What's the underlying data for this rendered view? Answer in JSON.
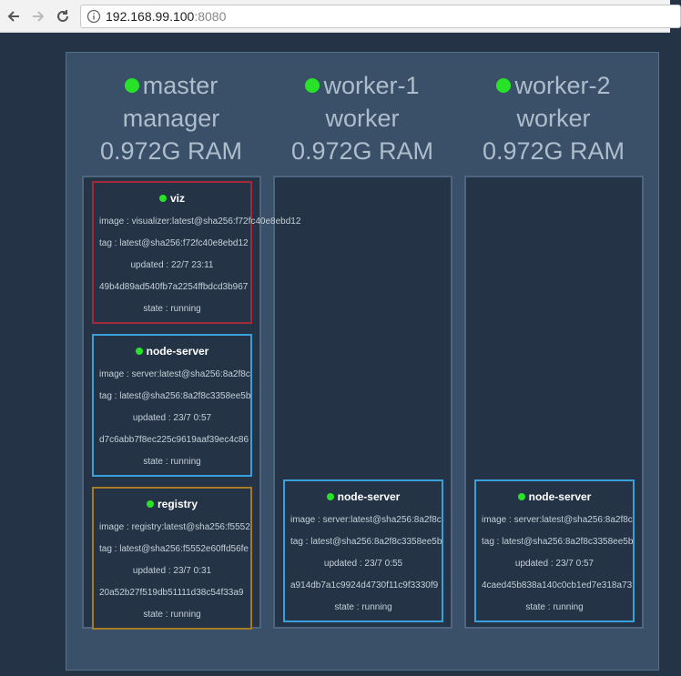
{
  "browser": {
    "url_host": "192.168.99.100",
    "url_port": ":8080"
  },
  "nodes": [
    {
      "name": "master",
      "role": "manager",
      "ram": "0.972G RAM",
      "tasks": [
        {
          "name": "viz",
          "image": "image : visualizer:latest@sha256:f72fc40e8ebd12",
          "tag": "tag : latest@sha256:f72fc40e8ebd12",
          "updated": "updated : 22/7 23:11",
          "id": "49b4d89ad540fb7a2254ffbdcd3b967",
          "state": "state : running"
        },
        {
          "name": "node-server",
          "image": "image : server:latest@sha256:8a2f8c",
          "tag": "tag : latest@sha256:8a2f8c3358ee5b",
          "updated": "updated : 23/7 0:57",
          "id": "d7c6abb7f8ec225c9619aaf39ec4c86",
          "state": "state : running"
        },
        {
          "name": "registry",
          "image": "image : registry:latest@sha256:f5552",
          "tag": "tag : latest@sha256:f5552e60ffd56fe",
          "updated": "updated : 23/7 0:31",
          "id": "20a52b27f519db51111d38c54f33a9",
          "state": "state : running"
        }
      ]
    },
    {
      "name": "worker-1",
      "role": "worker",
      "ram": "0.972G RAM",
      "tasks": [
        {
          "name": "node-server",
          "image": "image : server:latest@sha256:8a2f8c",
          "tag": "tag : latest@sha256:8a2f8c3358ee5b",
          "updated": "updated : 23/7 0:55",
          "id": "a914db7a1c9924d4730f11c9f3330f9",
          "state": "state : running"
        }
      ]
    },
    {
      "name": "worker-2",
      "role": "worker",
      "ram": "0.972G RAM",
      "tasks": [
        {
          "name": "node-server",
          "image": "image : server:latest@sha256:8a2f8c",
          "tag": "tag : latest@sha256:8a2f8c3358ee5b",
          "updated": "updated : 23/7 0:57",
          "id": "4caed45b838a140c0cb1ed7e318a73",
          "state": "state : running"
        }
      ]
    }
  ],
  "colors": {
    "status_running": "#27e227",
    "task_viz_border": "#a42a3a",
    "task_server_border": "#3aa0dc",
    "task_registry_border": "#a77a24"
  }
}
